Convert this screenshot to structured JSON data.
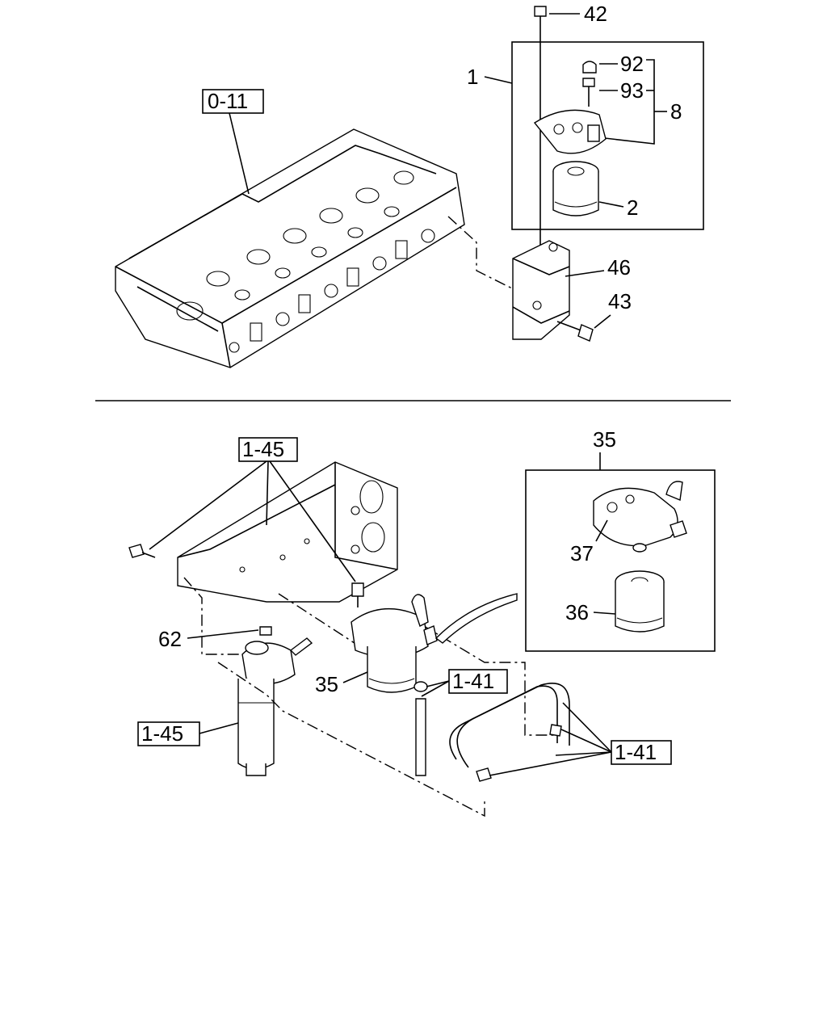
{
  "labels": {
    "l42": "42",
    "l1": "1",
    "l92": "92",
    "l93": "93",
    "l8": "8",
    "l2": "2",
    "l011": "0-11",
    "l46": "46",
    "l43": "43",
    "l35top": "35",
    "l145a": "1-45",
    "l37": "37",
    "l36": "36",
    "l62": "62",
    "l35b": "35",
    "l141a": "1-41",
    "l145b": "1-45",
    "l141b": "1-41"
  }
}
